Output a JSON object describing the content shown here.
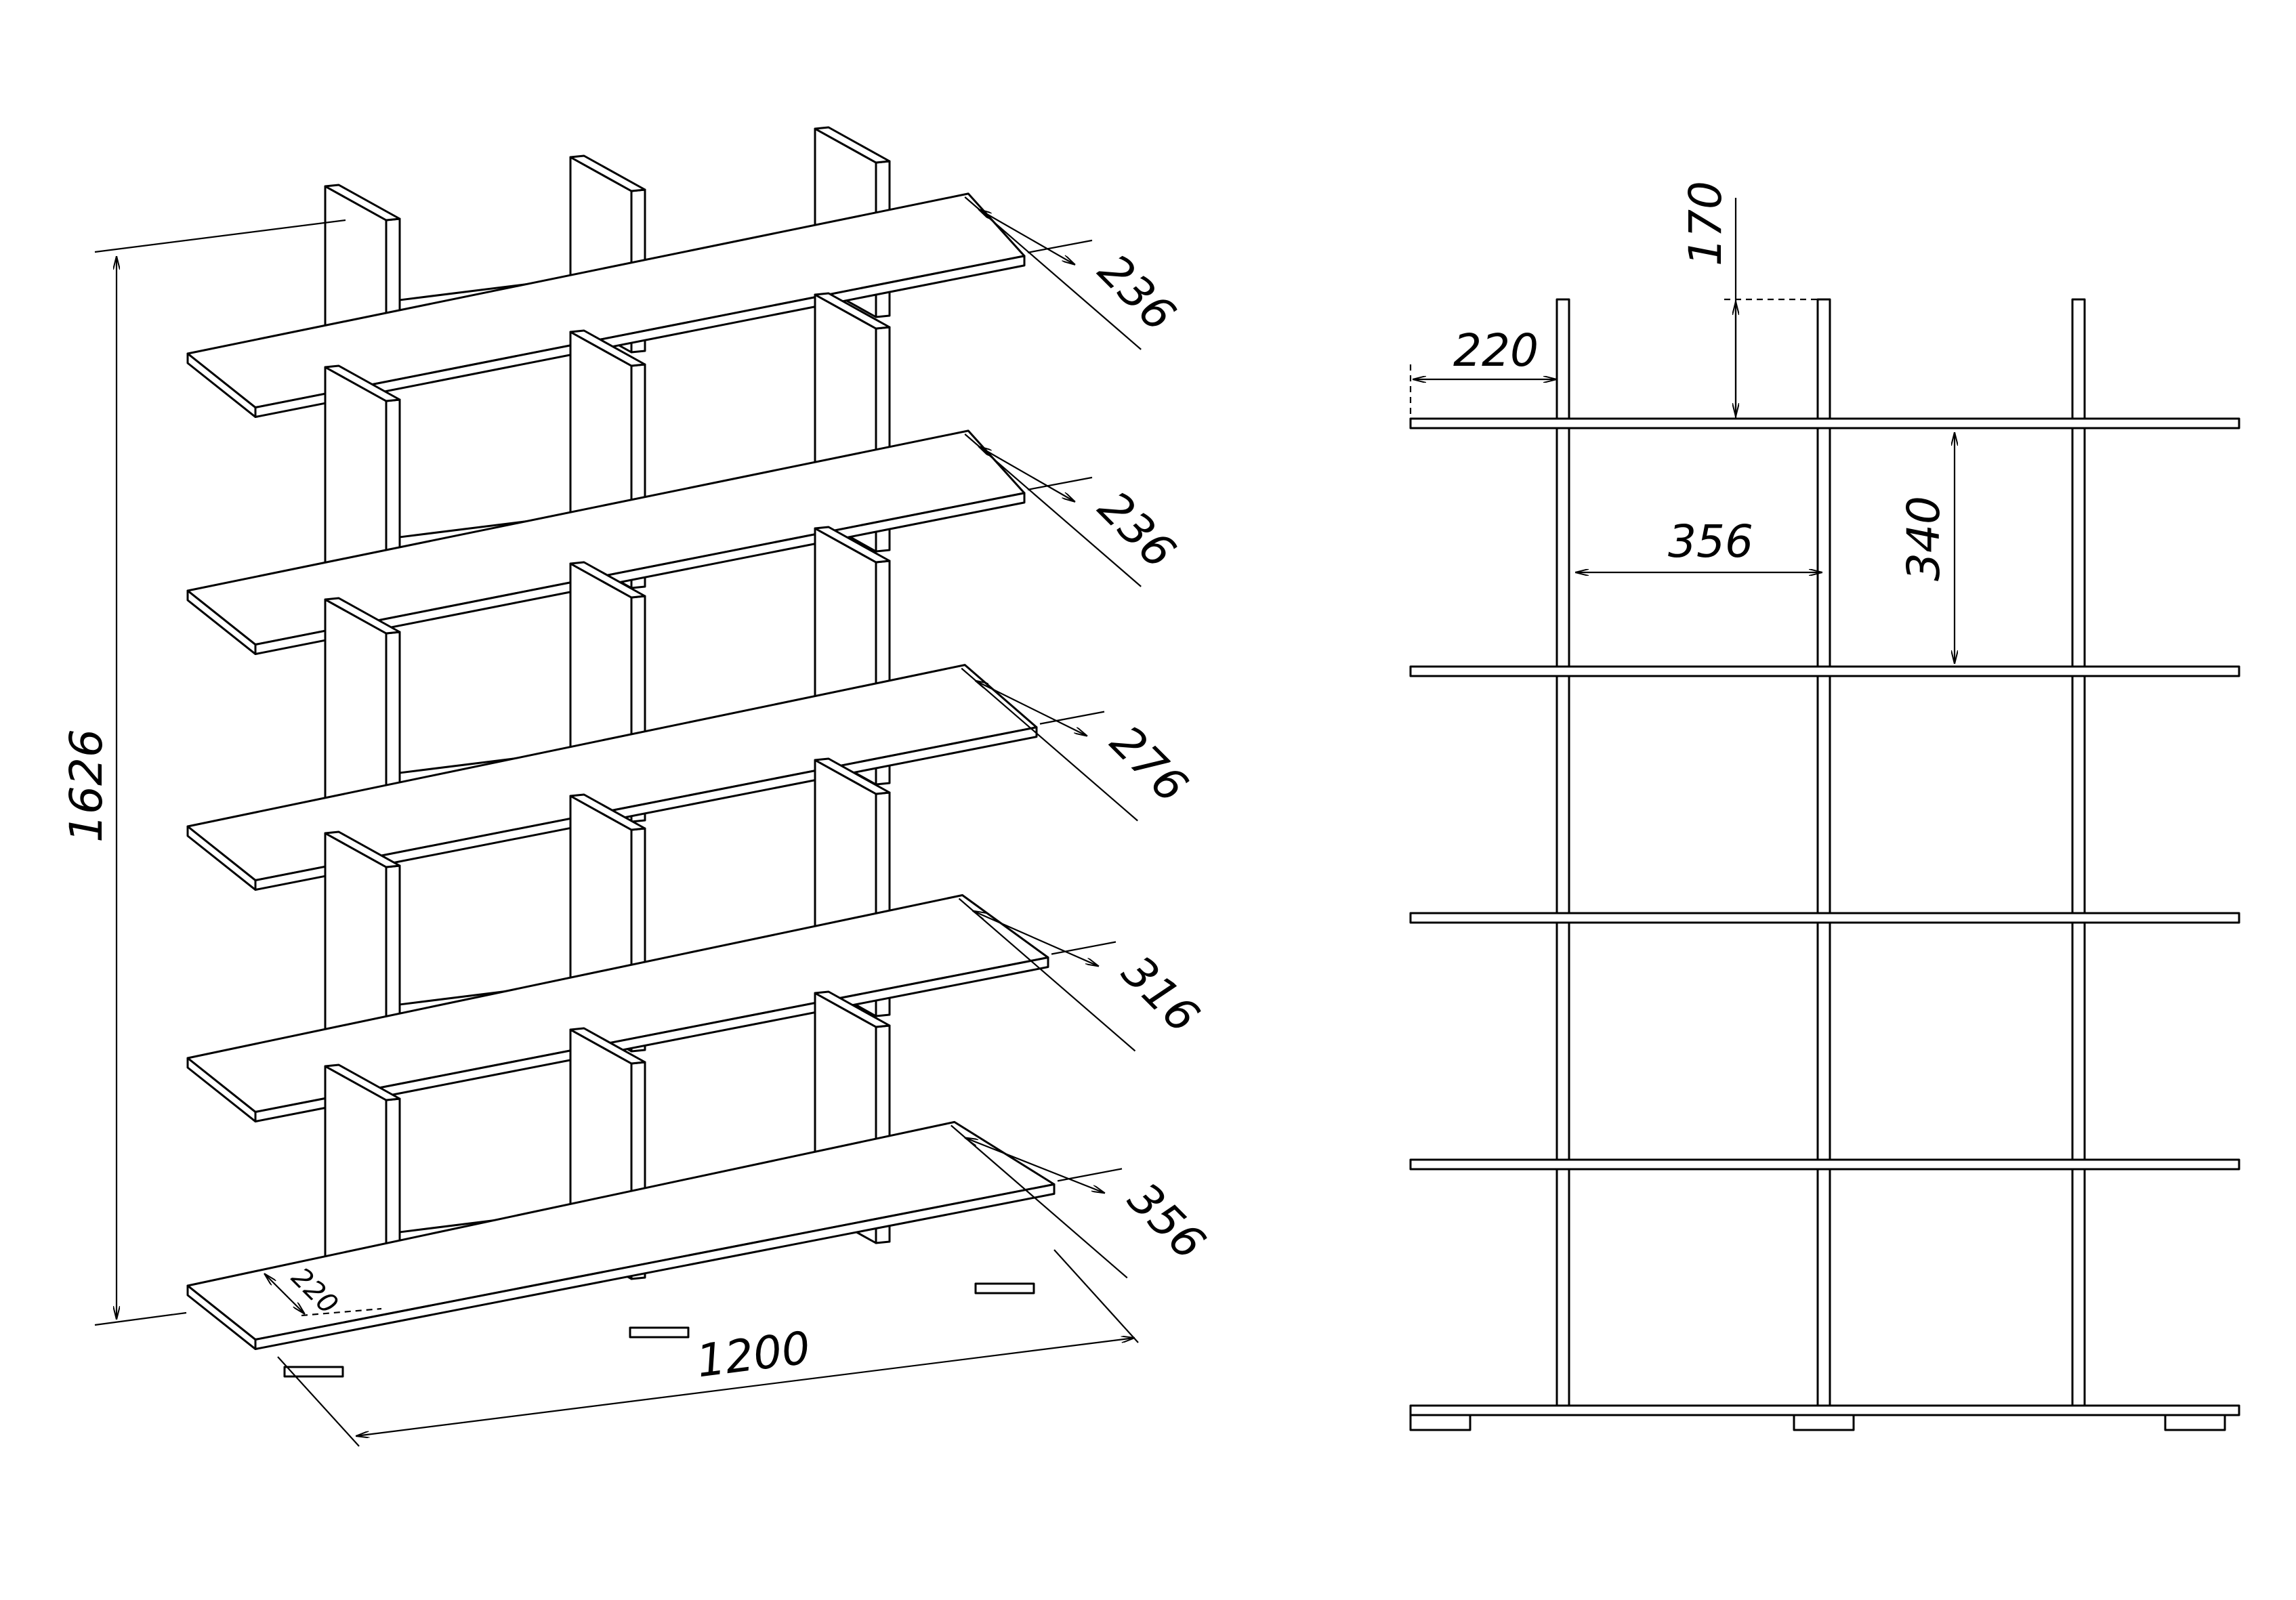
{
  "iso_view": {
    "overall_height": "1626",
    "overall_width": "1200",
    "base_inset": "220",
    "shelf_depths": [
      "236",
      "236",
      "276",
      "316",
      "356"
    ]
  },
  "front_view": {
    "top_offset": "170",
    "left_overhang": "220",
    "bay_width": "356",
    "shelf_spacing": "340"
  }
}
